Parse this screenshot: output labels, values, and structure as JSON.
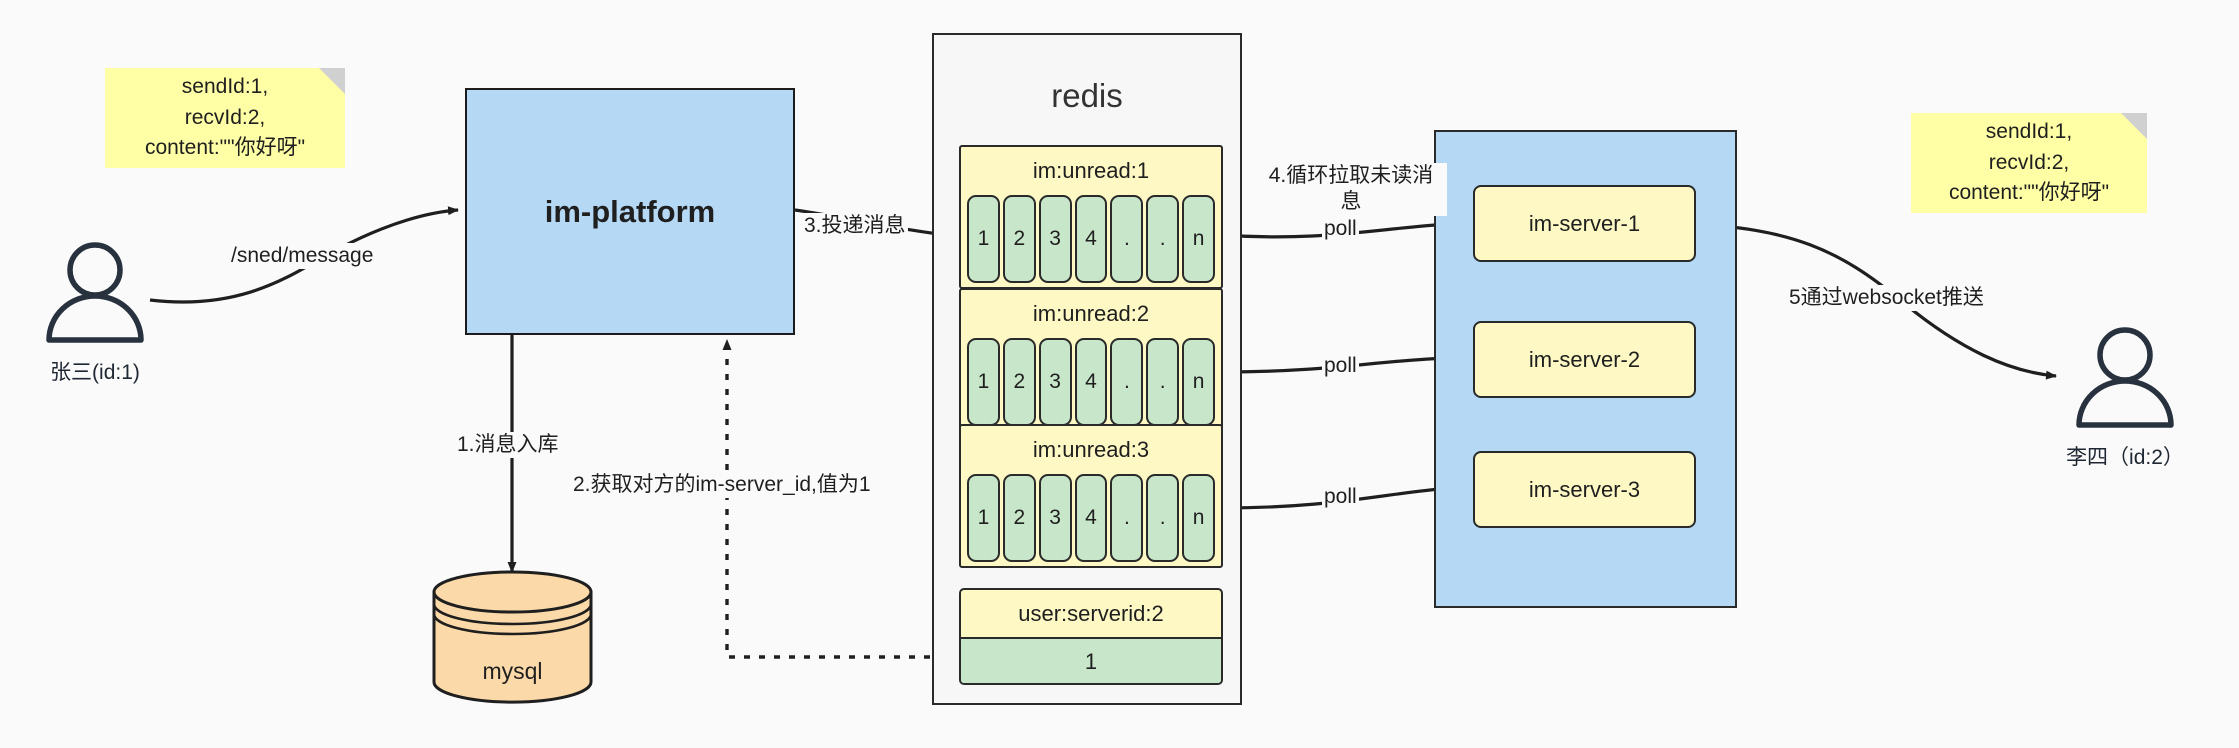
{
  "diagram": {
    "title": "IM message delivery architecture",
    "colors": {
      "background": "#fafafa",
      "note_yellow": "#ffffa6",
      "process_blue": "#b5d9f5",
      "queue_yellow": "#fdf8c4",
      "cell_green": "#c8e6c9",
      "db_orange": "#fbd9a8",
      "stroke": "#2a2a2a"
    }
  },
  "actors": {
    "sender": {
      "label": "张三(id:1)",
      "icon": "user-icon"
    },
    "receiver": {
      "label": "李四（id:2）",
      "icon": "user-icon"
    }
  },
  "notes": {
    "left": "sendId:1,\nrecvId:2,\ncontent:\"\"你好呀\"",
    "right": "sendId:1,\nrecvId:2,\ncontent:\"\"你好呀\""
  },
  "nodes": {
    "platform": {
      "label": "im-platform"
    },
    "database": {
      "label": "mysql"
    },
    "redis": {
      "title": "redis"
    },
    "cluster": {
      "servers": [
        {
          "label": "im-server-1"
        },
        {
          "label": "im-server-2"
        },
        {
          "label": "im-server-3"
        }
      ]
    }
  },
  "redis_objects": {
    "queues": [
      {
        "key": "im:unread:1",
        "cells": [
          "1",
          "2",
          "3",
          "4",
          ".",
          ".",
          "n"
        ]
      },
      {
        "key": "im:unread:2",
        "cells": [
          "1",
          "2",
          "3",
          "4",
          ".",
          ".",
          "n"
        ]
      },
      {
        "key": "im:unread:3",
        "cells": [
          "1",
          "2",
          "3",
          "4",
          ".",
          ".",
          "n"
        ]
      }
    ],
    "kv": {
      "key": "user:serverid:2",
      "value": "1"
    }
  },
  "edge_labels": {
    "send_message": "/sned/message",
    "step1": "1.消息入库",
    "step2": "2.获取对方的im-server_id,值为1",
    "step3": "3.投递消息",
    "step4": "4.循环拉取未读消\n息",
    "step5": "5通过websocket推送",
    "poll1": "poll",
    "poll2": "poll",
    "poll3": "poll"
  }
}
